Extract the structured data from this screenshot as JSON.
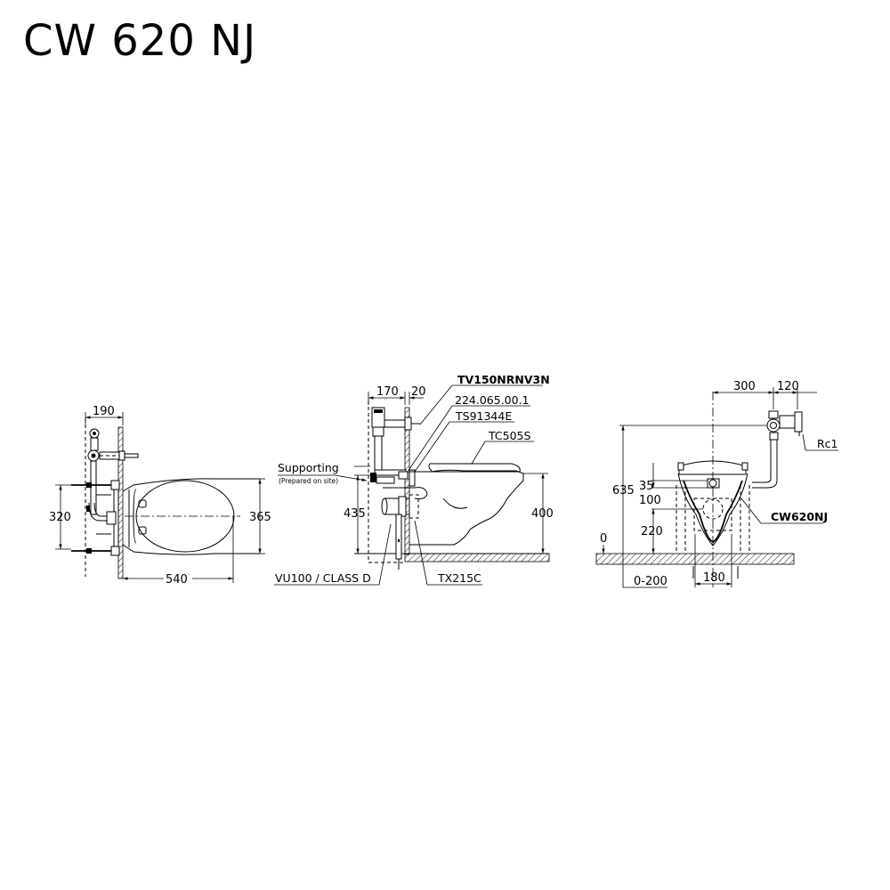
{
  "title": "CW 620 NJ",
  "views": {
    "plan": {
      "dimensions": {
        "width_top": "190",
        "bolt_spacing": "320",
        "bowl_width": "365",
        "projection": "540"
      }
    },
    "side": {
      "dimensions": {
        "valve_offset": "170",
        "wall_offset": "20",
        "supply_height": "435",
        "rim_height": "400"
      },
      "labels": {
        "flush_valve": "TV150NRNV3N",
        "part_224": "224.065.00.1",
        "ts_part": "TS91344E",
        "seat": "TC505S",
        "supporting": "Supporting",
        "supporting_note": "(Prepared on site)",
        "vacuum_breaker": "VU100 / CLASS D",
        "bracket": "TX215C"
      }
    },
    "front": {
      "dimensions": {
        "valve_center": "300",
        "valve_width": "120",
        "supply_height": "635",
        "offset_35": "35",
        "offset_100": "100",
        "outlet_height": "220",
        "floor_level": "0",
        "wall_range": "0-200",
        "bolt_spacing": "180"
      },
      "labels": {
        "thread": "Rc1",
        "model": "CW620NJ"
      }
    }
  }
}
